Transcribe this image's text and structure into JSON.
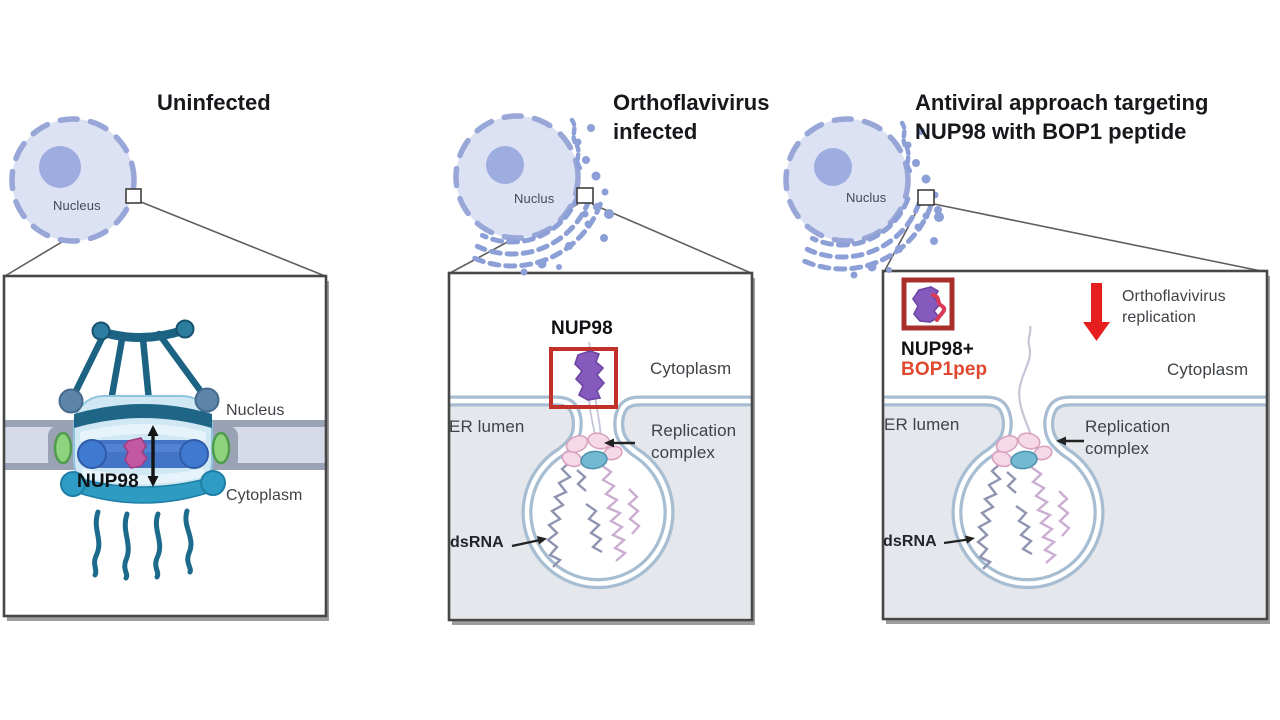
{
  "figure": {
    "panels": [
      {
        "title": "Uninfected",
        "cell": {
          "nucleus_label": "Nucleus"
        },
        "inset": {
          "nucleus_label": "Nucleus",
          "cytoplasm_label": "Cytoplasm",
          "nup98_label": "NUP98"
        }
      },
      {
        "title": "Orthoflavivirus\ninfected",
        "cell": {
          "nucleus_label": "Nuclus"
        },
        "inset": {
          "nup98_label": "NUP98",
          "cytoplasm_label": "Cytoplasm",
          "er_lumen_label": "ER lumen",
          "replication_complex_label": "Replication\ncomplex",
          "dsrna_label": "dsRNA"
        }
      },
      {
        "title": "Antiviral approach targeting\nNUP98 with BOP1 peptide",
        "cell": {
          "nucleus_label": "Nuclus"
        },
        "inset": {
          "nup98_bop1_label_line1": "NUP98+",
          "nup98_bop1_label_line2": "BOP1pep",
          "replication_change_label": "Orthoflavivirus\nreplication",
          "cytoplasm_label": "Cytoplasm",
          "er_lumen_label": "ER lumen",
          "replication_complex_label": "Replication\ncomplex",
          "dsrna_label": "dsRNA"
        }
      }
    ],
    "colors": {
      "nucleus_fill": "#dce2f3",
      "nucleus_border": "#98a6d8",
      "nucleolus": "#9dade0",
      "er_structures": "#8c9fd6",
      "membrane": "#a7bdd2",
      "er_lumen_fill": "#e4e7ec",
      "npc_dark_teal": "#1e6586",
      "npc_light_blue": "#cfe8f4",
      "npc_inner_ring_blue": "#4374c5",
      "npc_cytoplasmic_ring": "#2d9bc2",
      "npc_green_channel": "#8ed47e",
      "nup98_magenta": "#c258a2",
      "nup98_purple": "#8659bd",
      "bop1_red": "#d93a57",
      "bop1_label_red": "#e0492f",
      "highlight_box_red": "#c1312a",
      "highlight_box_dark_red": "#a93029",
      "down_arrow_red": "#e61e1e",
      "replication_complex_pink": "#f6d9e6",
      "replication_complex_teal": "#74b9d2",
      "dsrna_strand_blue": "#8f94b0",
      "dsrna_strand_pink": "#cbaed2",
      "label_gray": "#3b3f45",
      "title_black": "#17181b"
    }
  }
}
